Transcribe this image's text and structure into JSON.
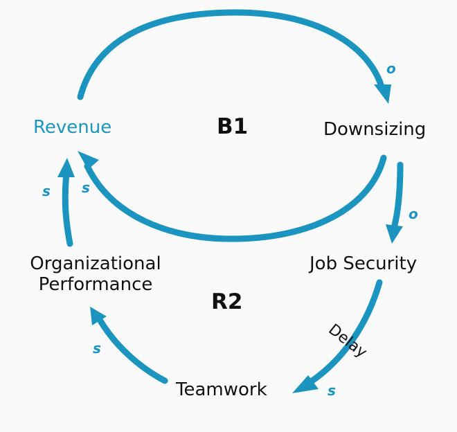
{
  "colors": {
    "arrow": "#1b95c0",
    "accent_text": "#1b95c0",
    "text": "#111111",
    "background": "#fafafa"
  },
  "nodes": {
    "revenue": "Revenue",
    "downsizing": "Downsizing",
    "job_security": "Job Security",
    "teamwork": "Teamwork",
    "org_performance_line1": "Organizational",
    "org_performance_line2": "Performance"
  },
  "loops": {
    "balancing": "B1",
    "reinforcing": "R2"
  },
  "link_labels": {
    "revenue_to_downsizing": "o",
    "downsizing_to_job_security": "o",
    "downsizing_to_revenue": "s",
    "job_security_to_teamwork": "s",
    "job_security_delay": "Delay",
    "teamwork_to_org_performance": "s",
    "org_performance_to_revenue": "s"
  }
}
